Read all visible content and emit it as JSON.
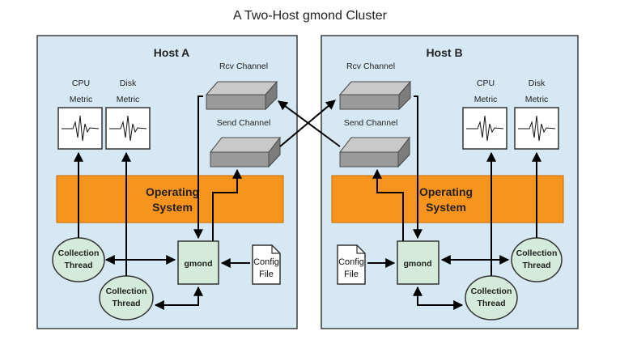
{
  "title": "A Two-Host gmond Cluster",
  "colors": {
    "host_fill": "#d5e8f3",
    "host_border": "#3c3c3c",
    "os_fill": "#f7941d",
    "node_fill": "#d4eadb",
    "node_border": "#333333",
    "channel_fill": "#9a9a9a",
    "channel_top": "#c9c9c9",
    "edge": "#000000"
  },
  "host_a": {
    "title": "Host A",
    "cpu_metric": [
      "CPU",
      "Metric"
    ],
    "disk_metric": [
      "Disk",
      "Metric"
    ],
    "rcv_channel": "Rcv Channel",
    "send_channel": "Send Channel",
    "os_label": [
      "Operating",
      "System"
    ],
    "collection_thread_1": [
      "Collection",
      "Thread"
    ],
    "collection_thread_2": [
      "Collection",
      "Thread"
    ],
    "gmond": "gmond",
    "config_file": [
      "Config",
      "File"
    ]
  },
  "host_b": {
    "title": "Host B",
    "cpu_metric": [
      "CPU",
      "Metric"
    ],
    "disk_metric": [
      "Disk",
      "Metric"
    ],
    "rcv_channel": "Rcv Channel",
    "send_channel": "Send Channel",
    "os_label": [
      "Operating",
      "System"
    ],
    "collection_thread_1": [
      "Collection",
      "Thread"
    ],
    "collection_thread_2": [
      "Collection",
      "Thread"
    ],
    "gmond": "gmond",
    "config_file": [
      "Config",
      "File"
    ]
  }
}
